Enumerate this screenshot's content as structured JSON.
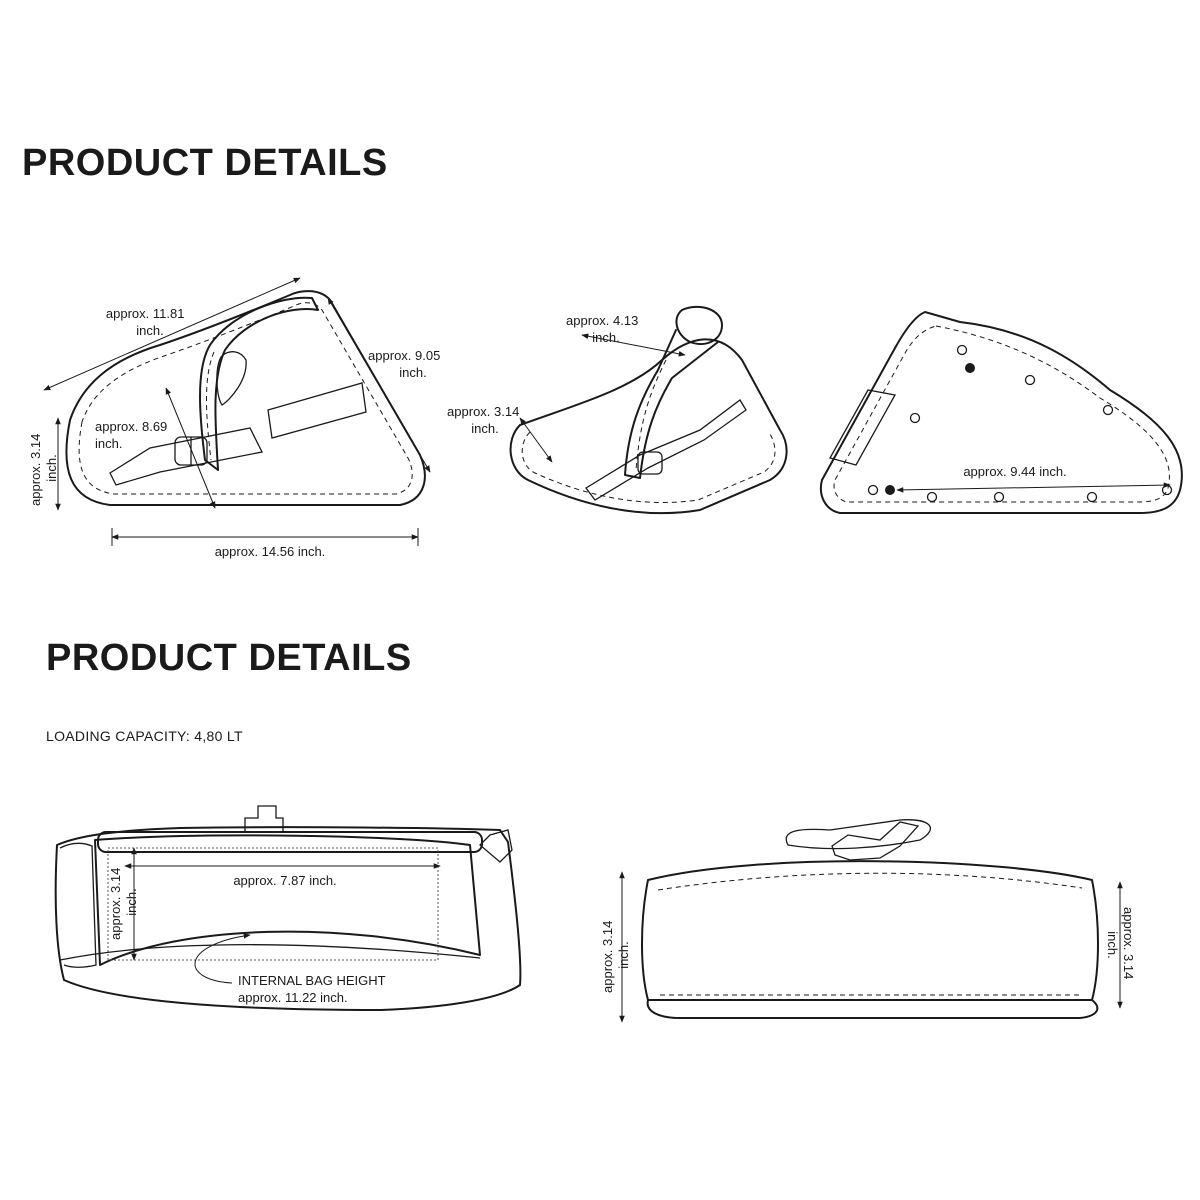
{
  "headings": {
    "top": "PRODUCT DETAILS",
    "bottom": "PRODUCT DETAILS"
  },
  "capacity": "LOADING CAPACITY: 4,80 LT",
  "front_view": {
    "diagonal_top": [
      "approx. 11.81",
      "inch."
    ],
    "right_height": [
      "approx. 9.05",
      "inch."
    ],
    "inner_height": [
      "approx. 8.69",
      "inch."
    ],
    "depth": [
      "approx. 3.14",
      "inch."
    ],
    "width": "approx. 14.56 inch."
  },
  "angle_view": {
    "top": [
      "approx. 4.13",
      "inch."
    ],
    "side": [
      "approx. 3.14",
      "inch."
    ]
  },
  "back_view": {
    "length": "approx. 9.44 inch."
  },
  "open_view": {
    "width": "approx. 7.87 inch.",
    "height": [
      "approx. 3.14",
      "inch."
    ],
    "internal": [
      "INTERNAL BAG HEIGHT",
      "approx. 11.22 inch."
    ]
  },
  "bottom_view": {
    "left": [
      "approx. 3.14",
      "inch."
    ],
    "right": [
      "approx. 3.14",
      "inch."
    ]
  }
}
